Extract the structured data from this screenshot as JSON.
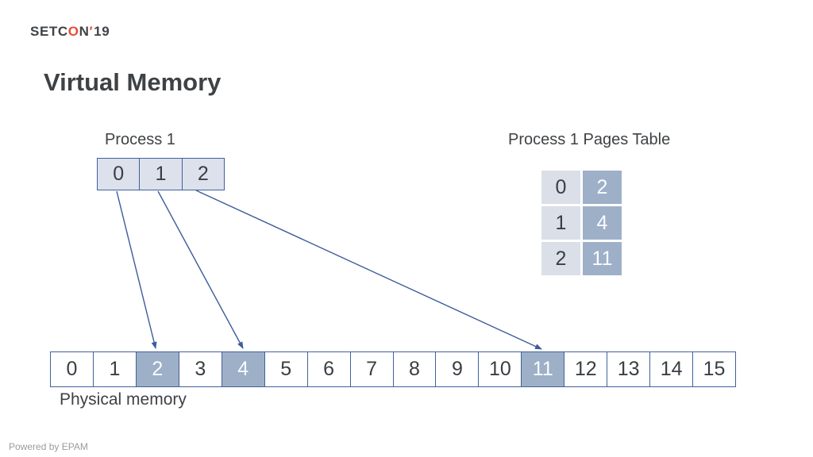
{
  "logo": {
    "setc": "SETC",
    "o": "O",
    "n": "N",
    "tick": "′",
    "year": "19"
  },
  "title": "Virtual Memory",
  "process1": {
    "label": "Process 1",
    "cells": [
      "0",
      "1",
      "2"
    ]
  },
  "pages_table": {
    "label": "Process 1 Pages Table",
    "rows": [
      {
        "page": "0",
        "frame": "2"
      },
      {
        "page": "1",
        "frame": "4"
      },
      {
        "page": "2",
        "frame": "11"
      }
    ]
  },
  "physical_memory": {
    "label": "Physical memory",
    "cells": [
      "0",
      "1",
      "2",
      "3",
      "4",
      "5",
      "6",
      "7",
      "8",
      "9",
      "10",
      "11",
      "12",
      "13",
      "14",
      "15"
    ],
    "highlighted_indices": [
      2,
      4,
      11
    ]
  },
  "mappings": [
    {
      "from_page": "0",
      "to_frame": "2"
    },
    {
      "from_page": "1",
      "to_frame": "4"
    },
    {
      "from_page": "2",
      "to_frame": "11"
    }
  ],
  "footer": {
    "text": "Powered by EPAM"
  },
  "colors": {
    "border_blue": "#41619b",
    "cell_light": "#dce1ec",
    "pages_left": "#dadfe8",
    "highlight": "#9db0c8",
    "arrow": "#3c5c99",
    "logo_red": "#e84b37",
    "text_dark": "#3a3e44",
    "footer_gray": "#9b9b9b"
  }
}
